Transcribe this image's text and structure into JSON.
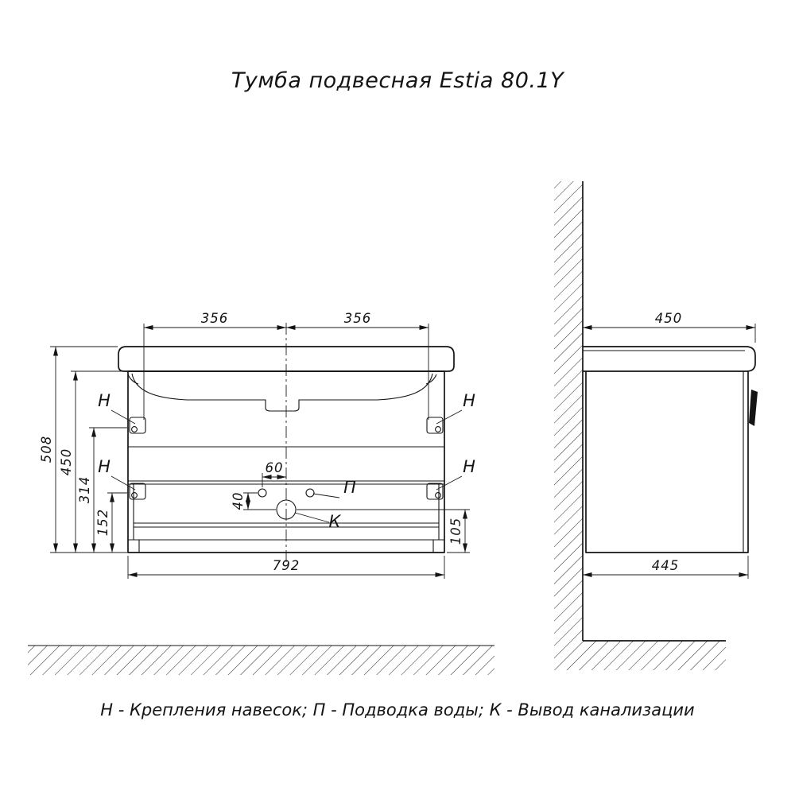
{
  "title": "Тумба подвесная Estia 80.1Y",
  "legend": "Н - Крепления навесок; П - Подводка воды; К - Вывод канализации",
  "colors": {
    "line": "#141414",
    "background": "#ffffff"
  },
  "labels": {
    "mount": "Н",
    "water_supply": "П",
    "drain": "К"
  },
  "front_view": {
    "dims": {
      "mount_spacing_left": "356",
      "mount_spacing_right": "356",
      "overall_height": "508",
      "cabinet_height": "450",
      "top_mount_height": "314",
      "bottom_mount_height": "152",
      "water_offset": "60",
      "water_to_drain": "40",
      "drain_height": "105",
      "cabinet_width": "792"
    }
  },
  "side_view": {
    "dims": {
      "depth_top": "450",
      "depth_bottom": "445"
    }
  }
}
